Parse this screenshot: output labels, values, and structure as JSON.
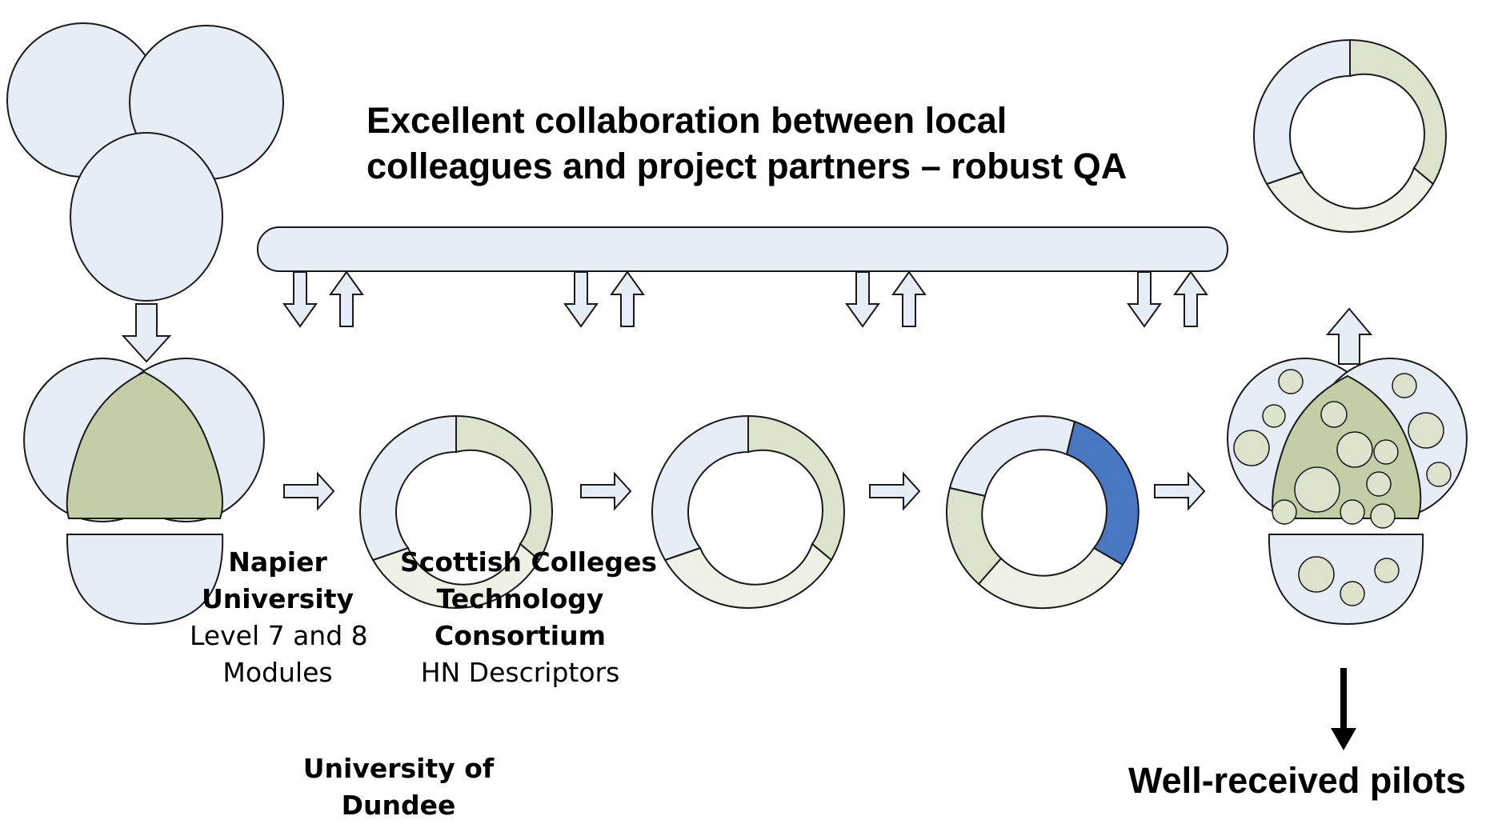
{
  "headline": {
    "line1": "Excellent collaboration between local",
    "line2": "colleagues and project partners – robust QA"
  },
  "outcome": {
    "text": "Well-received pilots"
  },
  "partners": [
    {
      "name_line1": "Napier",
      "name_line2": "University",
      "detail_line1": "Level 7 and 8",
      "detail_line2": "Modules"
    },
    {
      "name_line1": "Scottish Colleges",
      "name_line2": "Technology",
      "name_line3": "Consortium",
      "detail_line1": "HN Descriptors"
    },
    {
      "name_line1": "University of",
      "name_line2": "Dundee"
    }
  ],
  "colors": {
    "pale_blue": "#e6edf7",
    "pale_green": "#dce2cc",
    "pale_cream": "#eff1e6",
    "sage": "#c3cda6",
    "accent_blue": "#4a77c2",
    "outline": "#1a1a1a"
  }
}
